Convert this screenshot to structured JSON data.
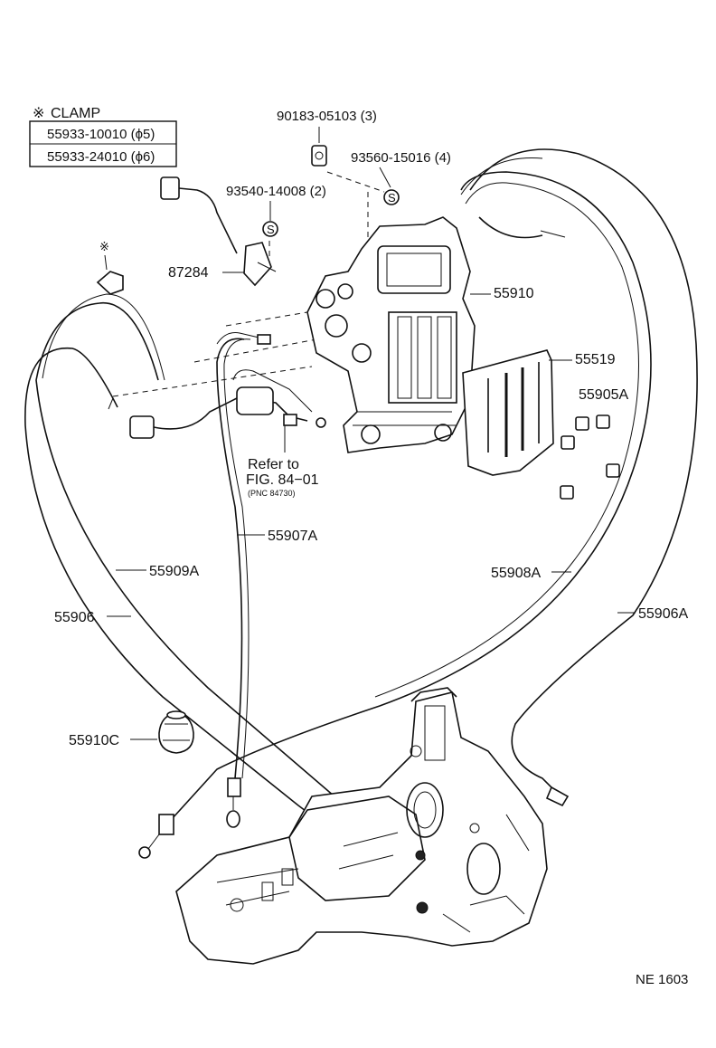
{
  "clamp_table": {
    "mark": "※",
    "title": "CLAMP",
    "rows": [
      "55933-10010 (ϕ5)",
      "55933-24010 (ϕ6)"
    ]
  },
  "callouts": {
    "c90183": "90183-05103 (3)",
    "c93560": "93560-15016 (4)",
    "c93540": "93540-14008 (2)",
    "c87284": "87284",
    "c55910": "55910",
    "c55519": "55519",
    "c55905A": "55905A",
    "c55907A": "55907A",
    "c55909A": "55909A",
    "c55906": "55906",
    "c55908A": "55908A",
    "c55906A": "55906A",
    "c55910C": "55910C"
  },
  "clamp_mark": "※",
  "screw_mark": "S",
  "refer": {
    "line1": "Refer to",
    "line2": "FIG. 84−01",
    "line3": "(PNC 84730)"
  },
  "figure_code": "NE 1603"
}
